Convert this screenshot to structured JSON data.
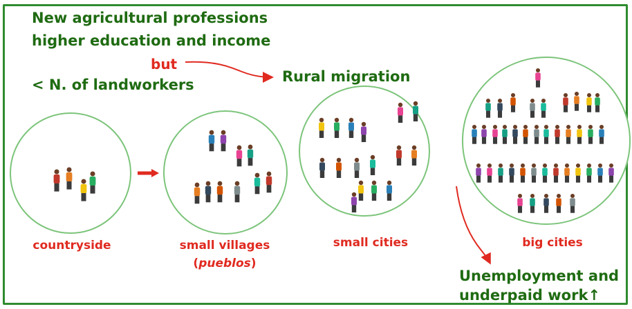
{
  "intro": {
    "line1": "New agricultural professions",
    "line2": "higher education and income",
    "but": "but",
    "line3": "< N. of landworkers"
  },
  "migration_label": "Rural migration",
  "stages": {
    "countryside": "countryside",
    "villages_label": "small villages",
    "villages_paren_open": "(",
    "villages_paren_word": "pueblos",
    "villages_paren_close": ")",
    "small_cities": "small cities",
    "big_cities": "big cities"
  },
  "outcome": {
    "line1": "Unemployment and",
    "line2": "underpaid work",
    "arrow": "↑"
  },
  "colors": {
    "frame": "#2e8b2e",
    "green_text": "#1f6b12",
    "red_text": "#e02a20",
    "circle_border": "#7cc47a"
  }
}
